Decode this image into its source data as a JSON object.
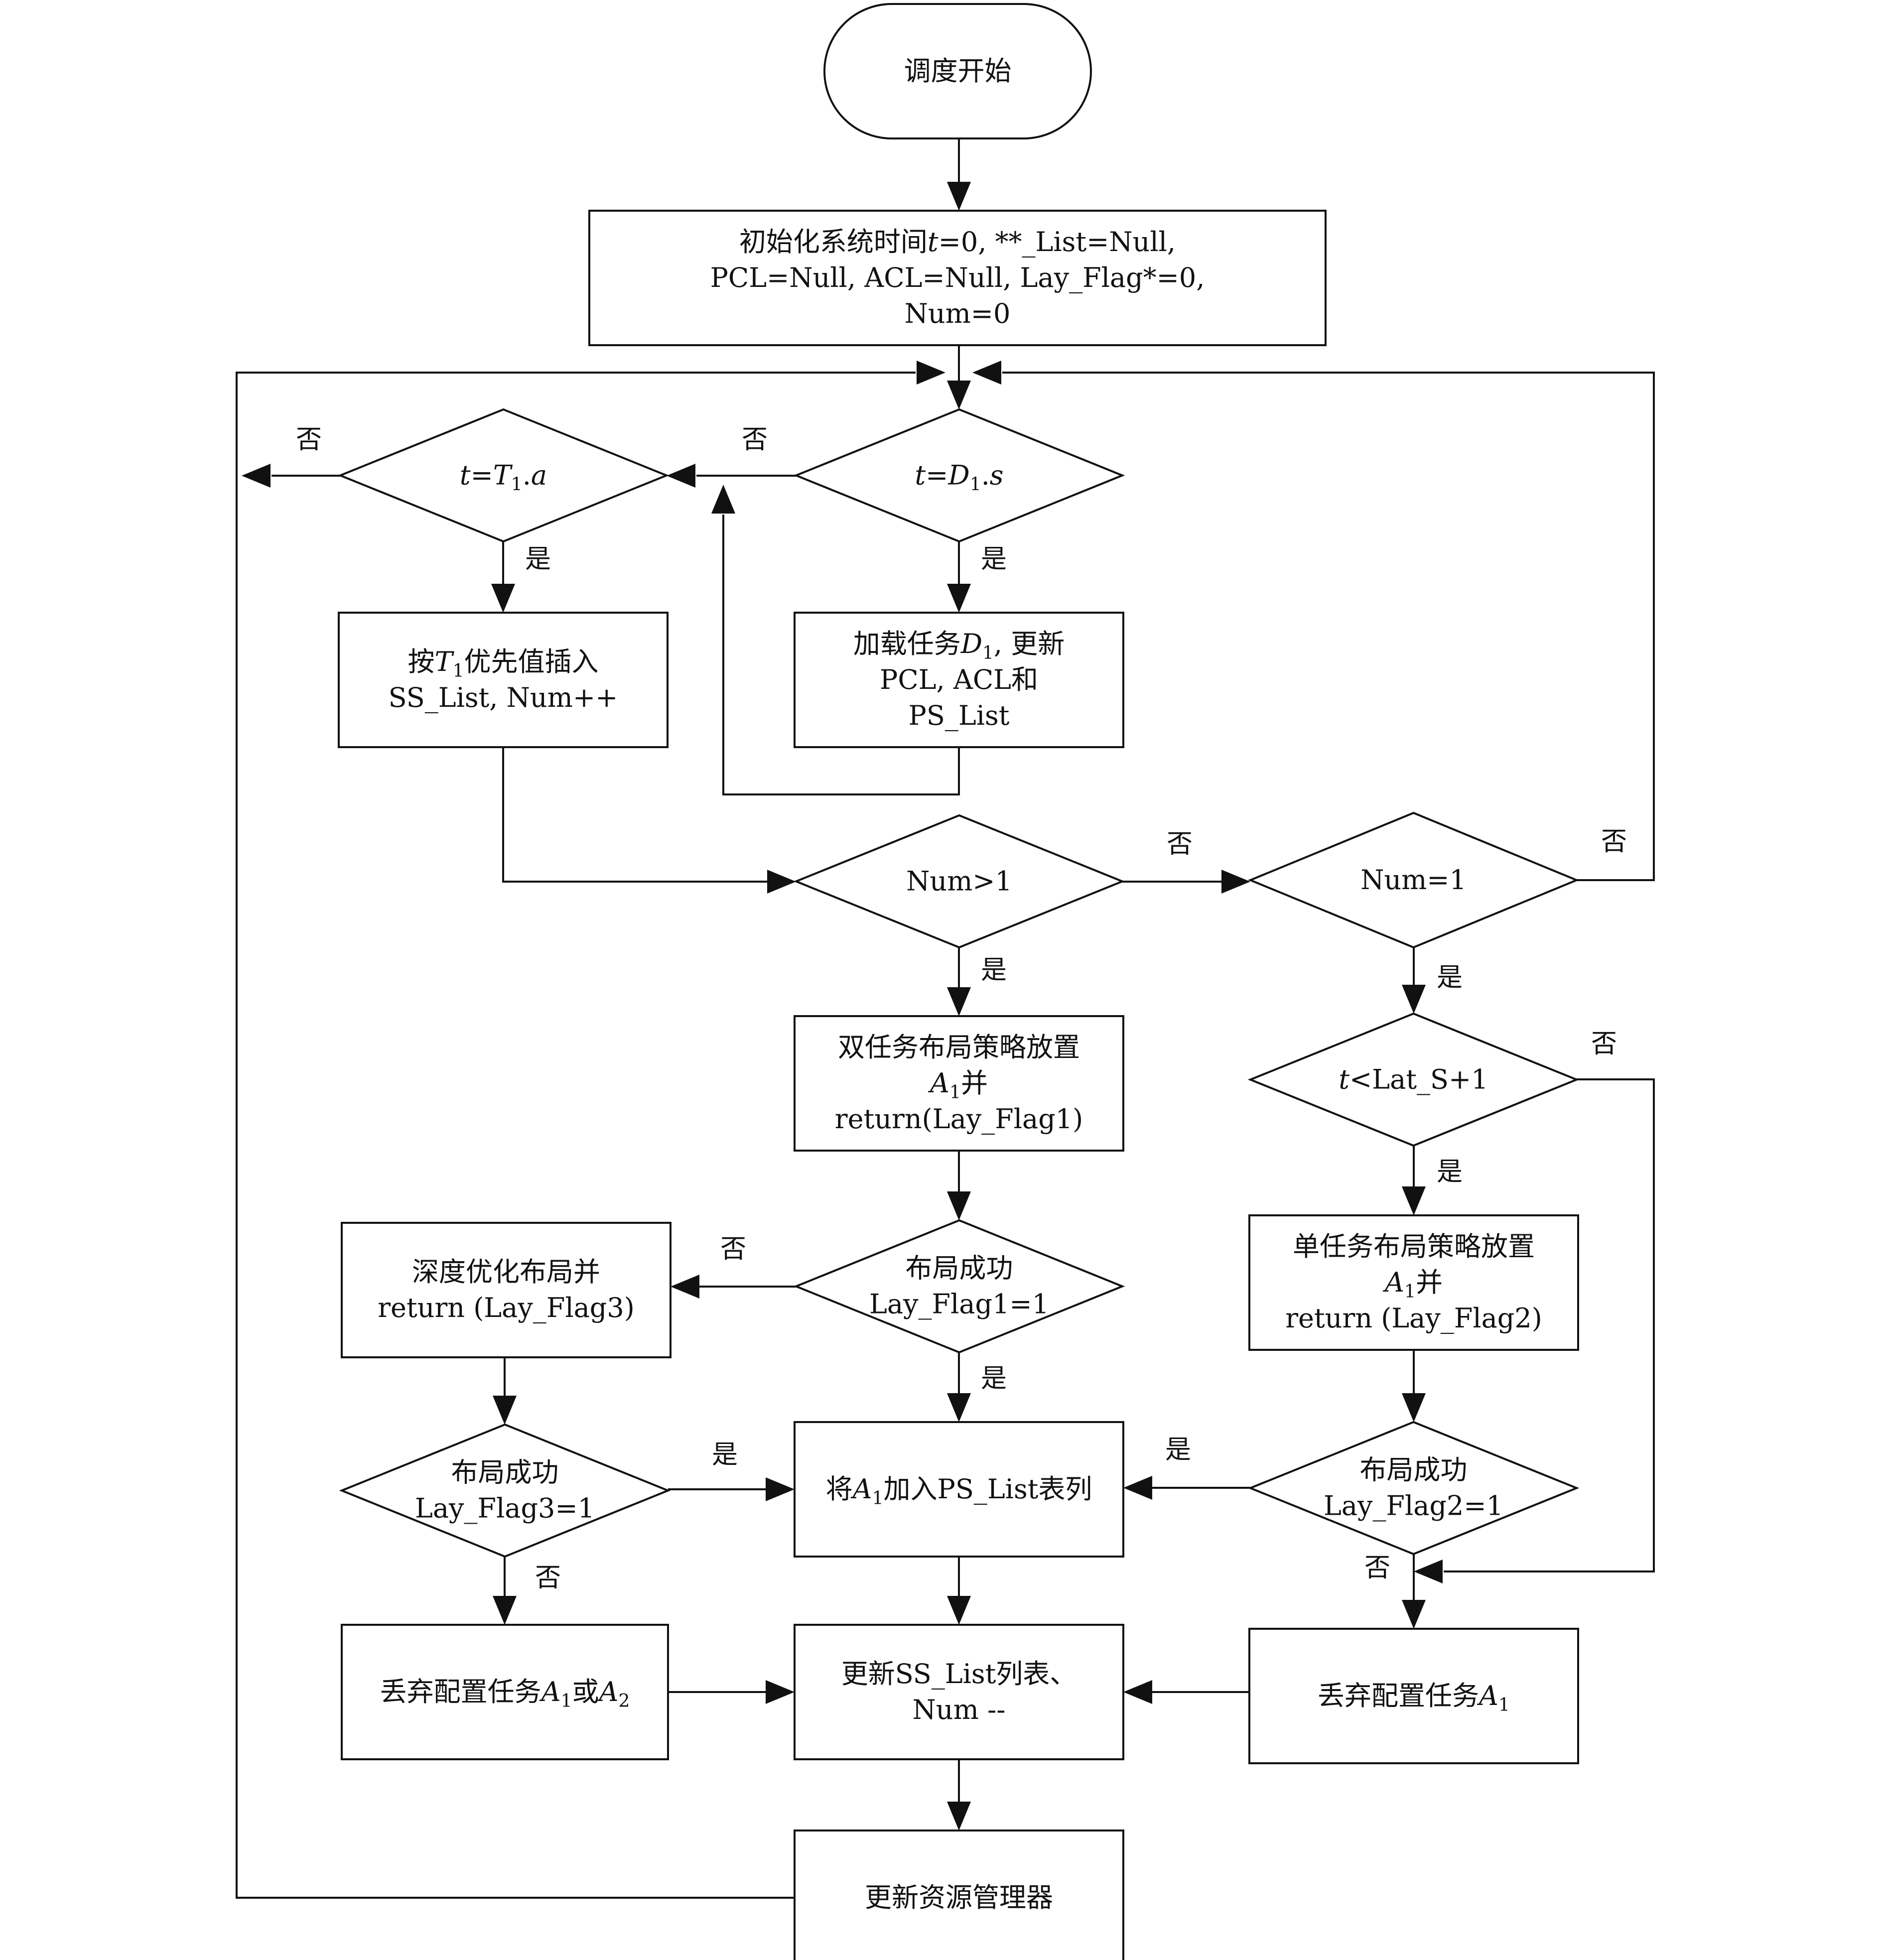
{
  "nodes": [
    {
      "id": "start",
      "lines": [
        "调度开始"
      ]
    },
    {
      "id": "init",
      "lines": [
        "初始化系统时间t=0, **_List=Null,",
        "PCL=Null, ACL=Null, Lay_Flag*=0,",
        "Num=0"
      ]
    },
    {
      "id": "d_t1a",
      "lines": [
        "t=T1.a"
      ]
    },
    {
      "id": "d_d1s",
      "lines": [
        "t=D1.s"
      ]
    },
    {
      "id": "insert_ss",
      "lines": [
        "按T1优先值插入",
        "SS_List, Num++"
      ]
    },
    {
      "id": "load_d1",
      "lines": [
        "加载任务D1, 更新",
        "PCL, ACL和",
        "PS_List"
      ]
    },
    {
      "id": "d_num_gt1",
      "lines": [
        "Num>1"
      ]
    },
    {
      "id": "d_num_eq1",
      "lines": [
        "Num=1"
      ]
    },
    {
      "id": "dual_layout",
      "lines": [
        "双任务布局策略放置",
        "A1并",
        "return(Lay_Flag1)"
      ]
    },
    {
      "id": "d_lat",
      "lines": [
        "t<Lat_S+1"
      ]
    },
    {
      "id": "deep_opt",
      "lines": [
        "深度优化布局并",
        "return (Lay_Flag3)"
      ]
    },
    {
      "id": "d_flag1",
      "lines": [
        "布局成功",
        "Lay_Flag1=1"
      ]
    },
    {
      "id": "single_layout",
      "lines": [
        "单任务布局策略放置",
        "A1并",
        "return (Lay_Flag2)"
      ]
    },
    {
      "id": "d_flag3",
      "lines": [
        "布局成功",
        "Lay_Flag3=1"
      ]
    },
    {
      "id": "add_ps",
      "lines": [
        "将A1加入PS_List表列"
      ]
    },
    {
      "id": "d_flag2",
      "lines": [
        "布局成功",
        "Lay_Flag2=1"
      ]
    },
    {
      "id": "discard_a1a2",
      "lines": [
        "丢弃配置任务A1或A2"
      ]
    },
    {
      "id": "update_ss",
      "lines": [
        "更新SS_List列表、",
        "Num --"
      ]
    },
    {
      "id": "discard_a1",
      "lines": [
        "丢弃配置任务A1"
      ]
    },
    {
      "id": "update_res",
      "lines": [
        "更新资源管理器"
      ]
    }
  ],
  "edge_labels": [
    {
      "id": "t1a_no",
      "text": "否"
    },
    {
      "id": "d1s_no",
      "text": "否"
    },
    {
      "id": "t1a_yes",
      "text": "是"
    },
    {
      "id": "d1s_yes",
      "text": "是"
    },
    {
      "id": "gt1_no",
      "text": "否"
    },
    {
      "id": "eq1_no",
      "text": "否"
    },
    {
      "id": "gt1_yes",
      "text": "是"
    },
    {
      "id": "eq1_yes",
      "text": "是"
    },
    {
      "id": "lat_no",
      "text": "否"
    },
    {
      "id": "lat_yes",
      "text": "是"
    },
    {
      "id": "flag1_no",
      "text": "否"
    },
    {
      "id": "flag1_yes",
      "text": "是"
    },
    {
      "id": "flag3_yes",
      "text": "是"
    },
    {
      "id": "flag2_yes",
      "text": "是"
    },
    {
      "id": "flag3_no",
      "text": "否"
    },
    {
      "id": "flag2_no",
      "text": "否"
    }
  ]
}
